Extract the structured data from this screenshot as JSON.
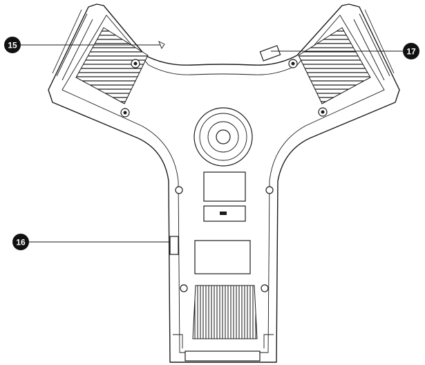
{
  "diagram": {
    "callouts": [
      {
        "id": "callout-15",
        "number": "15"
      },
      {
        "id": "callout-16",
        "number": "16"
      },
      {
        "id": "callout-17",
        "number": "17"
      }
    ]
  }
}
